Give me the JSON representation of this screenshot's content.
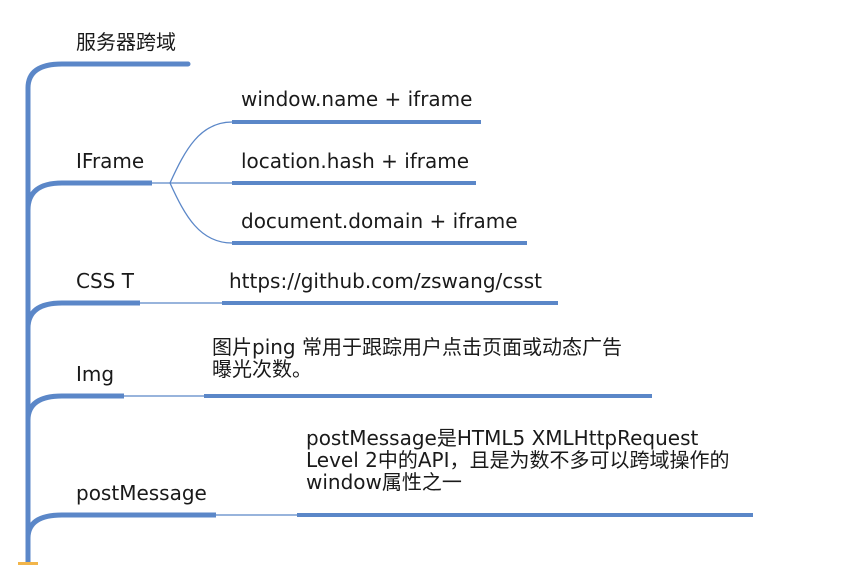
{
  "map": {
    "colors": {
      "thick_branch": "#5b87c8",
      "thin_connector": "#5b87c8",
      "text": "#1a1a1a",
      "root_marker": "#f2b54a"
    },
    "branches": [
      {
        "label": "服务器跨域",
        "children": []
      },
      {
        "label": "IFrame",
        "children": [
          {
            "lines": [
              "window.name + iframe"
            ]
          },
          {
            "lines": [
              "location.hash + iframe"
            ]
          },
          {
            "lines": [
              "document.domain + iframe"
            ]
          }
        ]
      },
      {
        "label": "CSS T",
        "children": [
          {
            "lines": [
              "https://github.com/zswang/csst"
            ]
          }
        ]
      },
      {
        "label": "Img",
        "children": [
          {
            "lines": [
              "图片ping 常用于跟踪用户点击页面或动态广告",
              "曝光次数。"
            ]
          }
        ]
      },
      {
        "label": "postMessage",
        "children": [
          {
            "lines": [
              "postMessage是HTML5 XMLHttpRequest",
              "Level 2中的API，且是为数不多可以跨域操作的",
              "window属性之一"
            ]
          }
        ]
      }
    ]
  }
}
